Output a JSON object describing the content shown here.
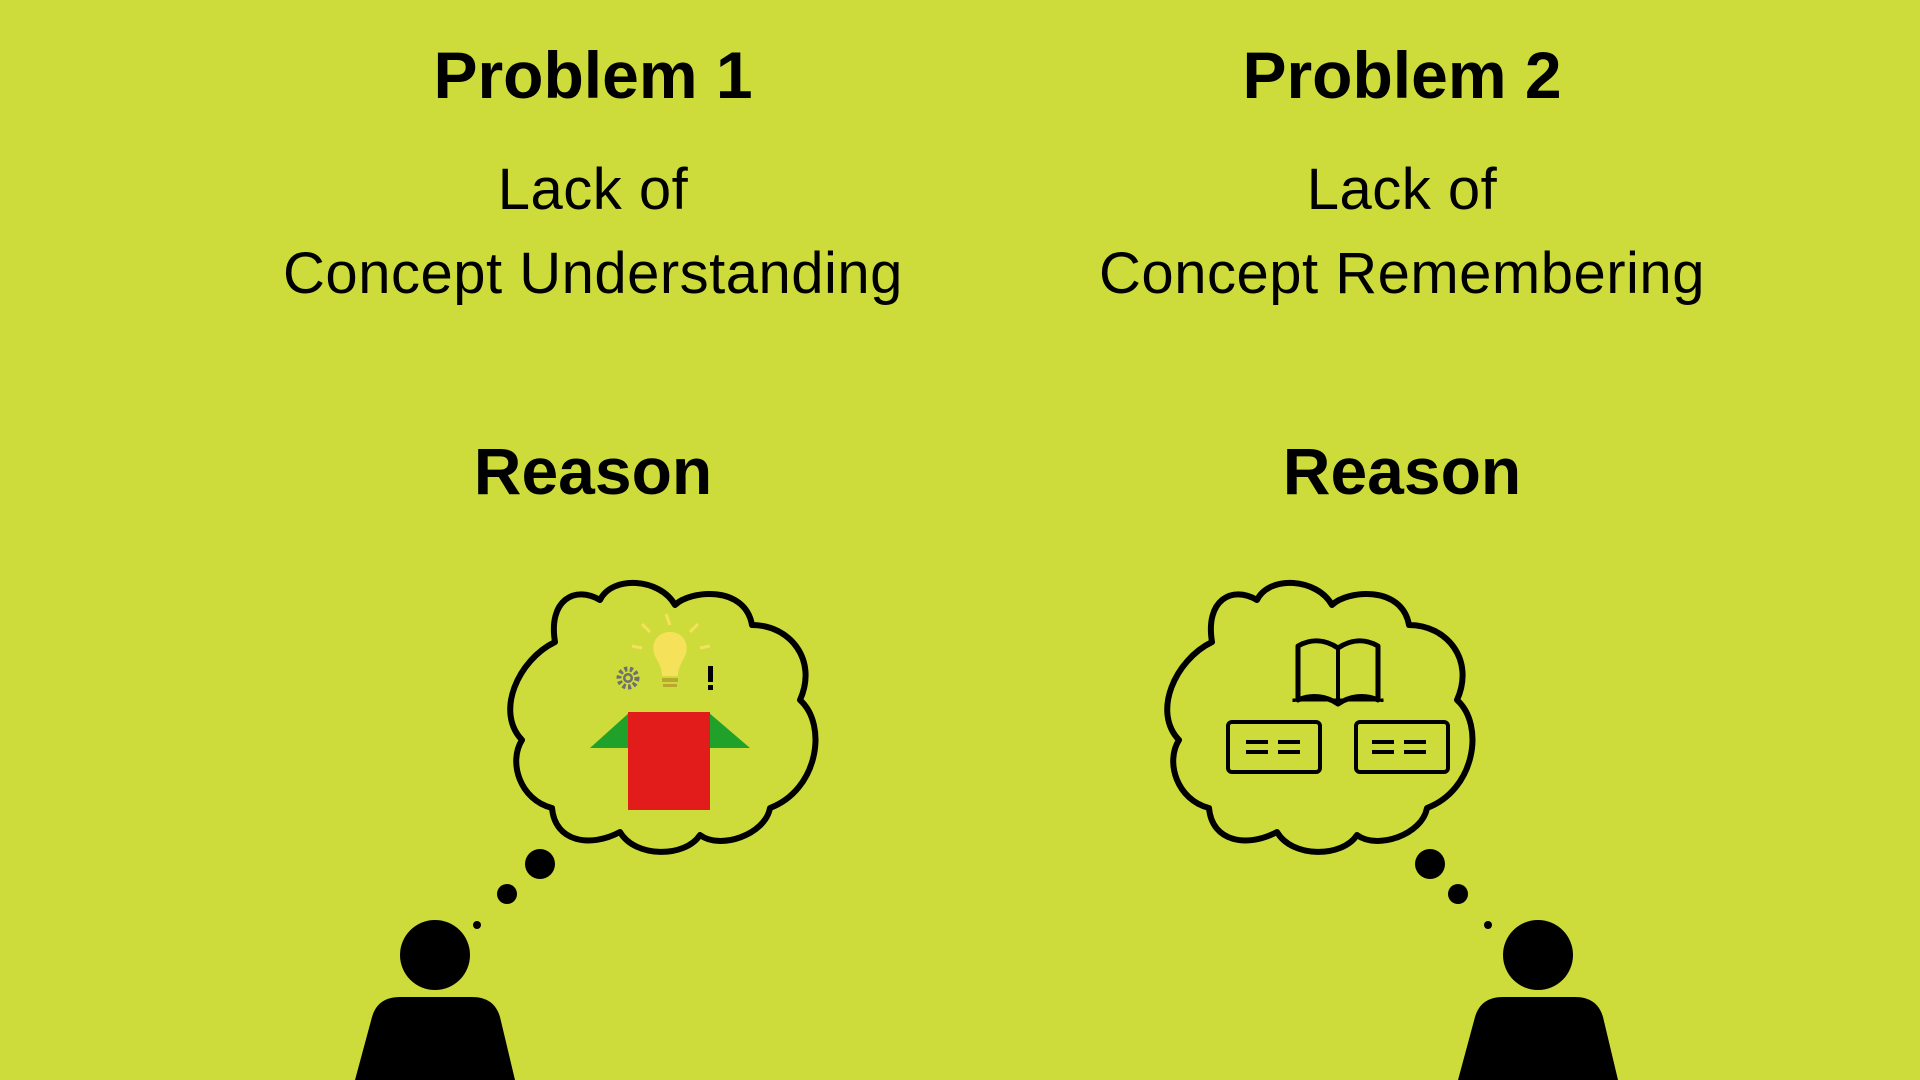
{
  "problem1": {
    "title": "Problem 1",
    "desc_line1": "Lack of",
    "desc_line2": "Concept Understanding",
    "reason": "Reason"
  },
  "problem2": {
    "title": "Problem 2",
    "desc_line1": "Lack of",
    "desc_line2": "Concept Remembering",
    "reason": "Reason"
  },
  "colors": {
    "background": "#cddc3b",
    "box_red": "#e21b1b",
    "box_flap_green": "#1fa12a",
    "bulb_yellow": "#f5e25a",
    "gear_gray": "#6f6f6f"
  }
}
